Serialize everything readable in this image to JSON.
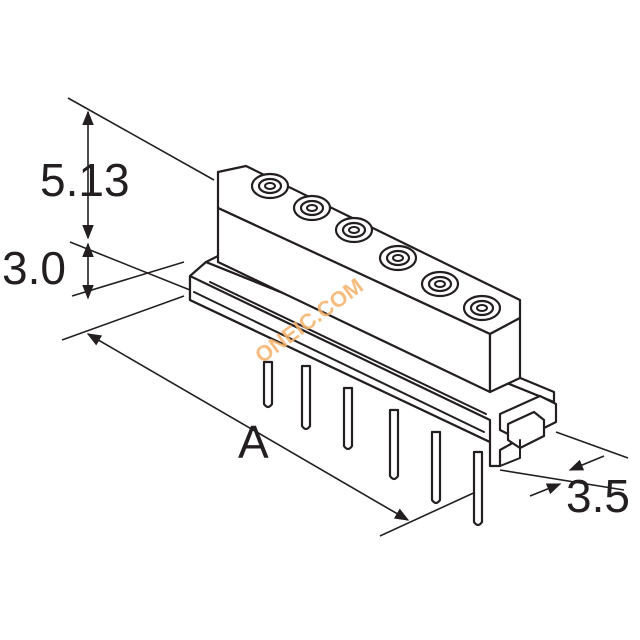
{
  "dimensions": {
    "height_upper": "5.13",
    "height_lower": "3.0",
    "length": "A",
    "width": "3.5"
  },
  "watermark": "ONEIC.COM",
  "colors": {
    "line": "#231f20",
    "watermark": "#f6b26b"
  }
}
